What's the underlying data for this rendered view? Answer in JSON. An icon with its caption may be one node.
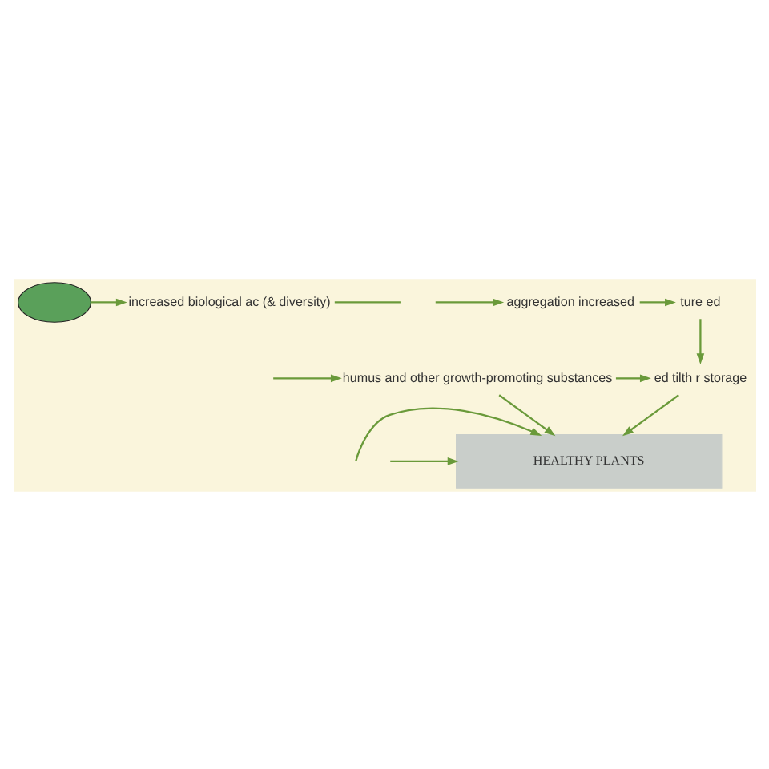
{
  "diagram": {
    "nodes": [
      {
        "text": [],
        "shape": "cloud"
      },
      {
        "text": [
          "increased biological ac (& diversity)"
        ]
      },
      {
        "text": [
          "aggregation increased"
        ]
      },
      {
        "text": [
          "ture ed"
        ]
      },
      {
        "text": [
          "humus and other growth-promoting substances"
        ]
      },
      {
        "text": [
          "ed tilth r storage"
        ]
      },
      {
        "text": [
          "HEALTHY PLANTS"
        ]
      }
    ],
    "edges": [
      {
        "from": 0,
        "to": 1,
        "arrow": "to"
      },
      {
        "from": 1,
        "to": null,
        "arrow": "none"
      },
      {
        "from": null,
        "to": 2,
        "arrow": "to"
      },
      {
        "from": 2,
        "to": 3,
        "arrow": "to"
      },
      {
        "from": null,
        "to": 4,
        "arrow": "to"
      },
      {
        "from": 3,
        "to": 5,
        "arrow": "to"
      },
      {
        "from": 4,
        "to": 5,
        "arrow": "to"
      },
      {
        "from": 5,
        "to": 6,
        "arrow": "to"
      },
      {
        "from": 4,
        "to": 6,
        "arrow": "to"
      },
      {
        "from": null,
        "to": 6,
        "arrow": "to"
      },
      {
        "from": null,
        "to": 6,
        "arrow": "to"
      }
    ]
  }
}
